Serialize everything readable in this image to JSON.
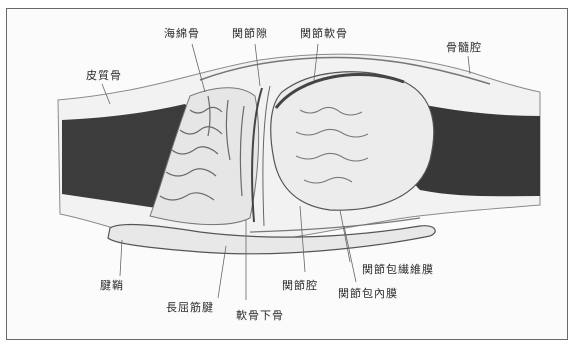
{
  "figure": {
    "labels": {
      "sponge_bone": "海綿骨",
      "joint_space": "関節隙",
      "articular_cartilage": "関節軟骨",
      "bone_marrow_cavity": "骨髓腔",
      "cortical_bone": "皮質骨",
      "synovial_capsule_fibrous": "関節包繊維膜",
      "tendon_sheath": "腱鞘",
      "joint_cavity": "関節腔",
      "joint_capsule_inner": "関節包內膜",
      "long_flexor_tendon": "長屈筋腱",
      "subchondral_bone": "軟骨下骨"
    },
    "colors": {
      "bone_dark": "#3a3a3a",
      "bone_light": "#e4e4e4",
      "line": "#555555"
    }
  }
}
